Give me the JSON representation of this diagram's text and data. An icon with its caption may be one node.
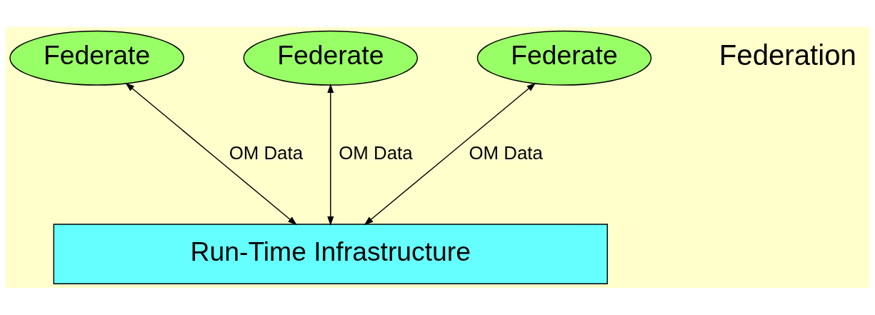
{
  "diagram": {
    "nodes": [
      {
        "text": [
          "Federate"
        ]
      },
      {
        "text": [
          "Federate"
        ]
      },
      {
        "text": [
          "Federate"
        ]
      },
      {
        "text": [
          "Run-Time Infrastructure"
        ]
      }
    ],
    "edges": [
      {
        "from": 0,
        "to": 3,
        "arrow": "both",
        "label": "OM Data"
      },
      {
        "from": 1,
        "to": 3,
        "arrow": "both",
        "label": "OM Data"
      },
      {
        "from": 2,
        "to": 3,
        "arrow": "both",
        "label": "OM Data"
      }
    ],
    "labels": [
      "Federation"
    ]
  }
}
